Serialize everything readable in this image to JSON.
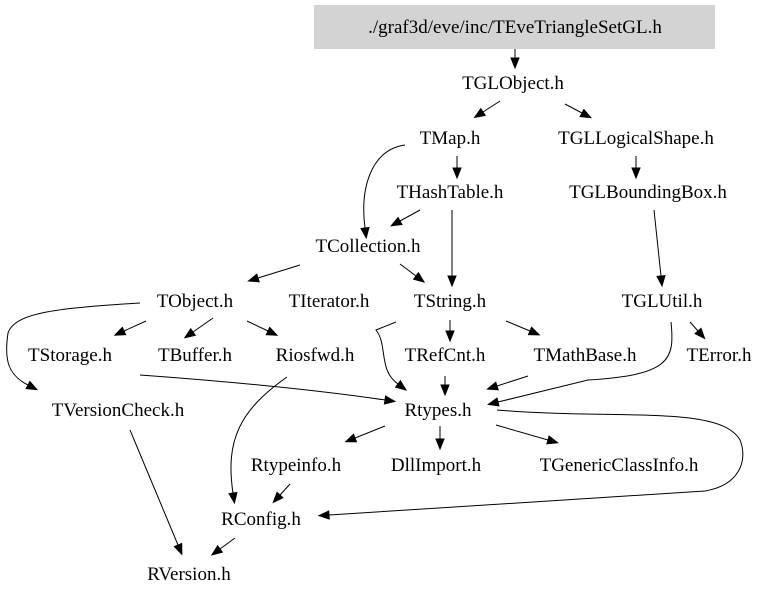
{
  "graph": {
    "root_fill": "#d3d3d3",
    "nodes": [
      {
        "id": "root",
        "label": "./graf3d/eve/inc/TEveTriangleSetGL.h",
        "root": true
      },
      {
        "id": "TGLObject",
        "label": "TGLObject.h"
      },
      {
        "id": "TMap",
        "label": "TMap.h"
      },
      {
        "id": "TGLLogicalShape",
        "label": "TGLLogicalShape.h"
      },
      {
        "id": "THashTable",
        "label": "THashTable.h"
      },
      {
        "id": "TGLBoundingBox",
        "label": "TGLBoundingBox.h"
      },
      {
        "id": "TCollection",
        "label": "TCollection.h"
      },
      {
        "id": "TObject",
        "label": "TObject.h"
      },
      {
        "id": "TIterator",
        "label": "TIterator.h"
      },
      {
        "id": "TString",
        "label": "TString.h"
      },
      {
        "id": "TGLUtil",
        "label": "TGLUtil.h"
      },
      {
        "id": "TStorage",
        "label": "TStorage.h"
      },
      {
        "id": "TBuffer",
        "label": "TBuffer.h"
      },
      {
        "id": "Riosfwd",
        "label": "Riosfwd.h"
      },
      {
        "id": "TRefCnt",
        "label": "TRefCnt.h"
      },
      {
        "id": "TMathBase",
        "label": "TMathBase.h"
      },
      {
        "id": "TError",
        "label": "TError.h"
      },
      {
        "id": "TVersionCheck",
        "label": "TVersionCheck.h"
      },
      {
        "id": "Rtypes",
        "label": "Rtypes.h"
      },
      {
        "id": "Rtypeinfo",
        "label": "Rtypeinfo.h"
      },
      {
        "id": "DllImport",
        "label": "DllImport.h"
      },
      {
        "id": "TGenericClassInfo",
        "label": "TGenericClassInfo.h"
      },
      {
        "id": "RConfig",
        "label": "RConfig.h"
      },
      {
        "id": "RVersion",
        "label": "RVersion.h"
      }
    ],
    "edges": [
      [
        "root",
        "TGLObject"
      ],
      [
        "TGLObject",
        "TMap"
      ],
      [
        "TGLObject",
        "TGLLogicalShape"
      ],
      [
        "TMap",
        "THashTable"
      ],
      [
        "TMap",
        "TCollection"
      ],
      [
        "TGLLogicalShape",
        "TGLBoundingBox"
      ],
      [
        "THashTable",
        "TCollection"
      ],
      [
        "THashTable",
        "TString"
      ],
      [
        "TGLBoundingBox",
        "TGLUtil"
      ],
      [
        "TCollection",
        "TObject"
      ],
      [
        "TCollection",
        "TString"
      ],
      [
        "TObject",
        "TStorage"
      ],
      [
        "TObject",
        "TBuffer"
      ],
      [
        "TObject",
        "Riosfwd"
      ],
      [
        "TObject",
        "TVersionCheck"
      ],
      [
        "TString",
        "TRefCnt"
      ],
      [
        "TString",
        "TMathBase"
      ],
      [
        "TString",
        "Rtypes"
      ],
      [
        "TGLUtil",
        "TError"
      ],
      [
        "TGLUtil",
        "Rtypes"
      ],
      [
        "TStorage",
        "Rtypes"
      ],
      [
        "TRefCnt",
        "Rtypes"
      ],
      [
        "TMathBase",
        "Rtypes"
      ],
      [
        "Riosfwd",
        "RConfig"
      ],
      [
        "TVersionCheck",
        "RVersion"
      ],
      [
        "Rtypes",
        "Rtypeinfo"
      ],
      [
        "Rtypes",
        "DllImport"
      ],
      [
        "Rtypes",
        "TGenericClassInfo"
      ],
      [
        "Rtypes",
        "RConfig"
      ],
      [
        "Rtypeinfo",
        "RConfig"
      ],
      [
        "RConfig",
        "RVersion"
      ]
    ]
  }
}
